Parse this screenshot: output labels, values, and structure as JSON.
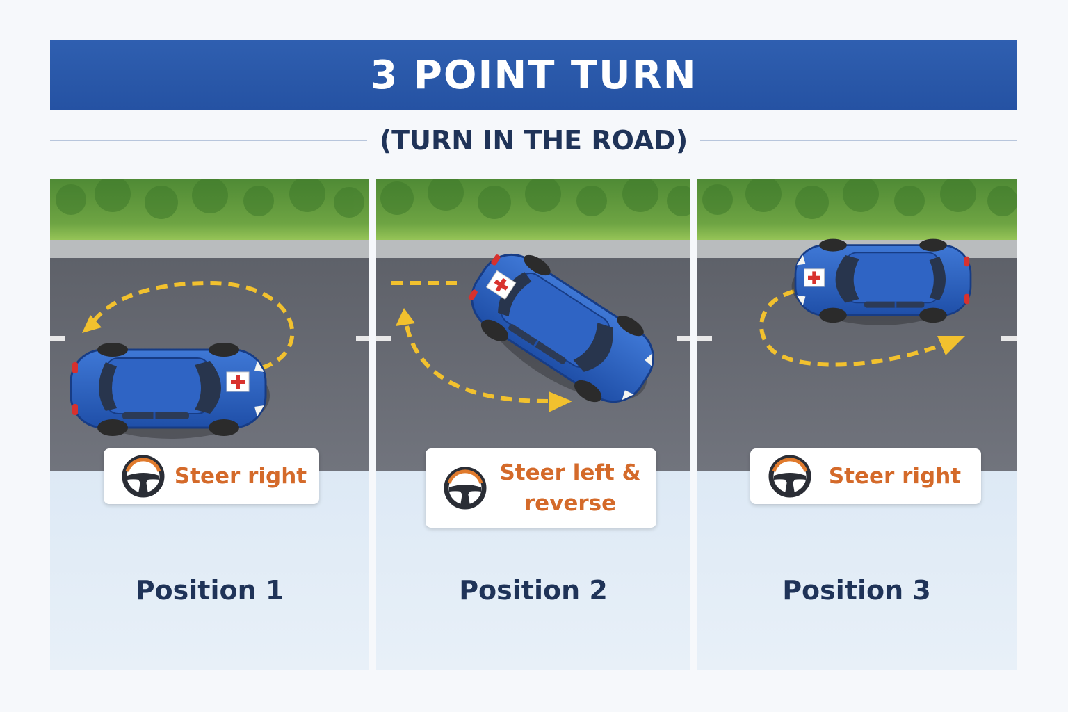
{
  "title": "3 POINT TURN",
  "subtitle": "(TURN IN THE ROAD)",
  "panels": [
    {
      "instruction": "Steer right",
      "position": "Position 1"
    },
    {
      "instruction": "Steer left & reverse",
      "position": "Position 2"
    },
    {
      "instruction": "Steer right",
      "position": "Position 3"
    }
  ],
  "colors": {
    "banner": "#2a58aa",
    "car_body": "#2b5fc0",
    "arrow": "#f2c12e",
    "road": "#6c6f78",
    "grass": "#7cb342",
    "instruction_text": "#d46a2a",
    "position_text": "#1f3358"
  },
  "icons": [
    "steering-wheel-icon",
    "learner-plate-icon"
  ]
}
